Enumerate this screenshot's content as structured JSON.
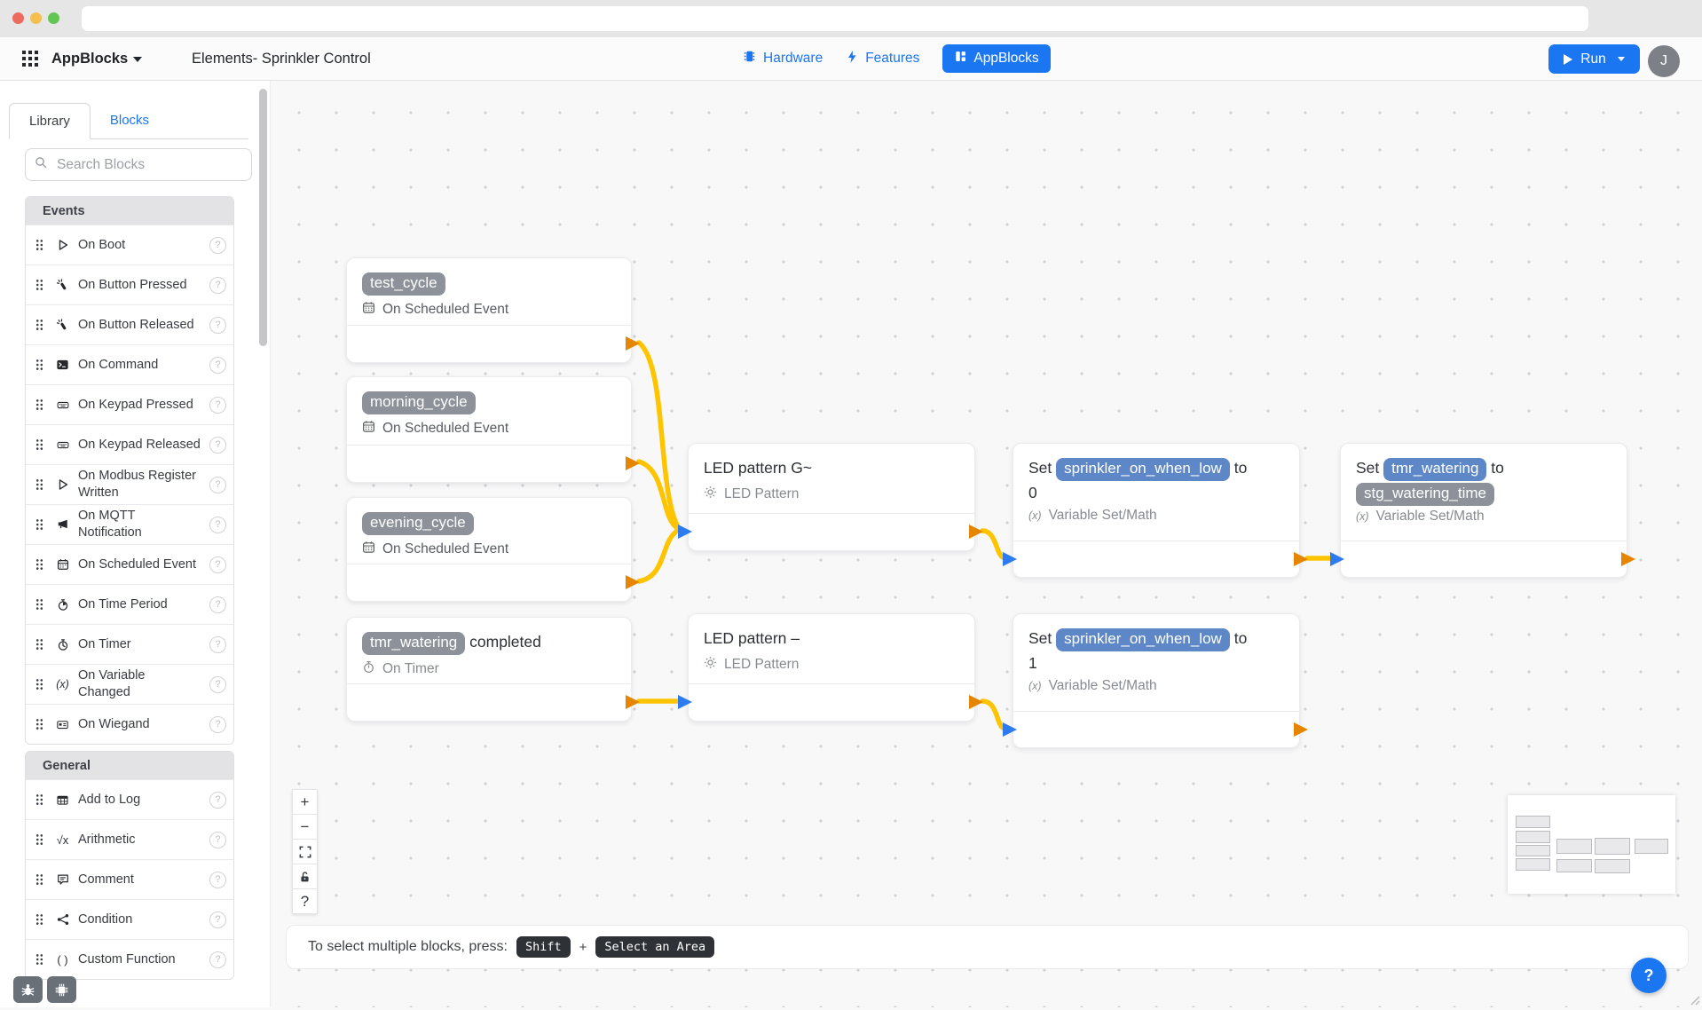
{
  "header": {
    "app_menu": "AppBlocks",
    "title": "Elements- Sprinkler Control",
    "nav": [
      {
        "label": "Hardware"
      },
      {
        "label": "Features"
      },
      {
        "label": "AppBlocks",
        "active": true
      }
    ],
    "run_label": "Run",
    "avatar_initial": "J"
  },
  "sidebar": {
    "tabs": [
      {
        "label": "Library",
        "active": true
      },
      {
        "label": "Blocks",
        "active": false
      }
    ],
    "search_placeholder": "Search Blocks",
    "sections": [
      {
        "title": "Events",
        "items": [
          {
            "label": "On Boot",
            "icon": "play-outline-icon"
          },
          {
            "label": "On Button Pressed",
            "icon": "tap-icon"
          },
          {
            "label": "On Button Released",
            "icon": "tap-icon"
          },
          {
            "label": "On Command",
            "icon": "terminal-icon"
          },
          {
            "label": "On Keypad Pressed",
            "icon": "keypad-icon"
          },
          {
            "label": "On Keypad Released",
            "icon": "keypad-icon"
          },
          {
            "label": "On Modbus Register Written",
            "icon": "play-outline-icon"
          },
          {
            "label": "On MQTT Notification",
            "icon": "megaphone-icon"
          },
          {
            "label": "On Scheduled Event",
            "icon": "calendar-icon"
          },
          {
            "label": "On Time Period",
            "icon": "stopwatch-icon"
          },
          {
            "label": "On Timer",
            "icon": "timer-icon"
          },
          {
            "label": "On Variable Changed",
            "icon": "variable-icon"
          },
          {
            "label": "On Wiegand",
            "icon": "card-icon"
          }
        ]
      },
      {
        "title": "General",
        "items": [
          {
            "label": "Add to Log",
            "icon": "table-icon"
          },
          {
            "label": "Arithmetic",
            "icon": "sqrt-icon"
          },
          {
            "label": "Comment",
            "icon": "comment-icon"
          },
          {
            "label": "Condition",
            "icon": "branch-icon"
          },
          {
            "label": "Custom Function",
            "icon": "braces-icon"
          }
        ]
      }
    ]
  },
  "canvas": {
    "blocks": {
      "test_cycle": {
        "name": "test_cycle",
        "type": "On Scheduled Event"
      },
      "morning_cycle": {
        "name": "morning_cycle",
        "type": "On Scheduled Event"
      },
      "evening_cycle": {
        "name": "evening_cycle",
        "type": "On Scheduled Event"
      },
      "tmr_watering_completed": {
        "var": "tmr_watering",
        "suffix": " completed",
        "type": "On Timer"
      },
      "led_pattern_g": {
        "title": "LED pattern G~",
        "type": "LED Pattern"
      },
      "led_pattern_dash": {
        "title": "LED pattern –",
        "type": "LED Pattern"
      },
      "set_low_0": {
        "word_set": "Set",
        "var": "sprinkler_on_when_low",
        "word_to": "to",
        "value": "0",
        "type": "Variable Set/Math"
      },
      "set_tmr": {
        "word_set": "Set",
        "var": "tmr_watering",
        "word_to": "to",
        "value": "stg_watering_time",
        "type": "Variable Set/Math"
      },
      "set_low_1": {
        "word_set": "Set",
        "var": "sprinkler_on_when_low",
        "word_to": "to",
        "value": "1",
        "type": "Variable Set/Math"
      }
    },
    "controls": {
      "zoom_in": "+",
      "zoom_out": "−",
      "help": "?"
    },
    "hint": {
      "text": "To select multiple blocks, press:",
      "key_shift": "Shift",
      "plus": "+",
      "key_area": "Select an Area"
    },
    "help_fab": "?"
  },
  "colors": {
    "accent": "#1b76f2",
    "wire": "#ffc400",
    "output_port": "#e68600",
    "input_port": "#2e7bf0",
    "pill_blue": "#5d87c6",
    "pill_gray": "#8d929a"
  }
}
